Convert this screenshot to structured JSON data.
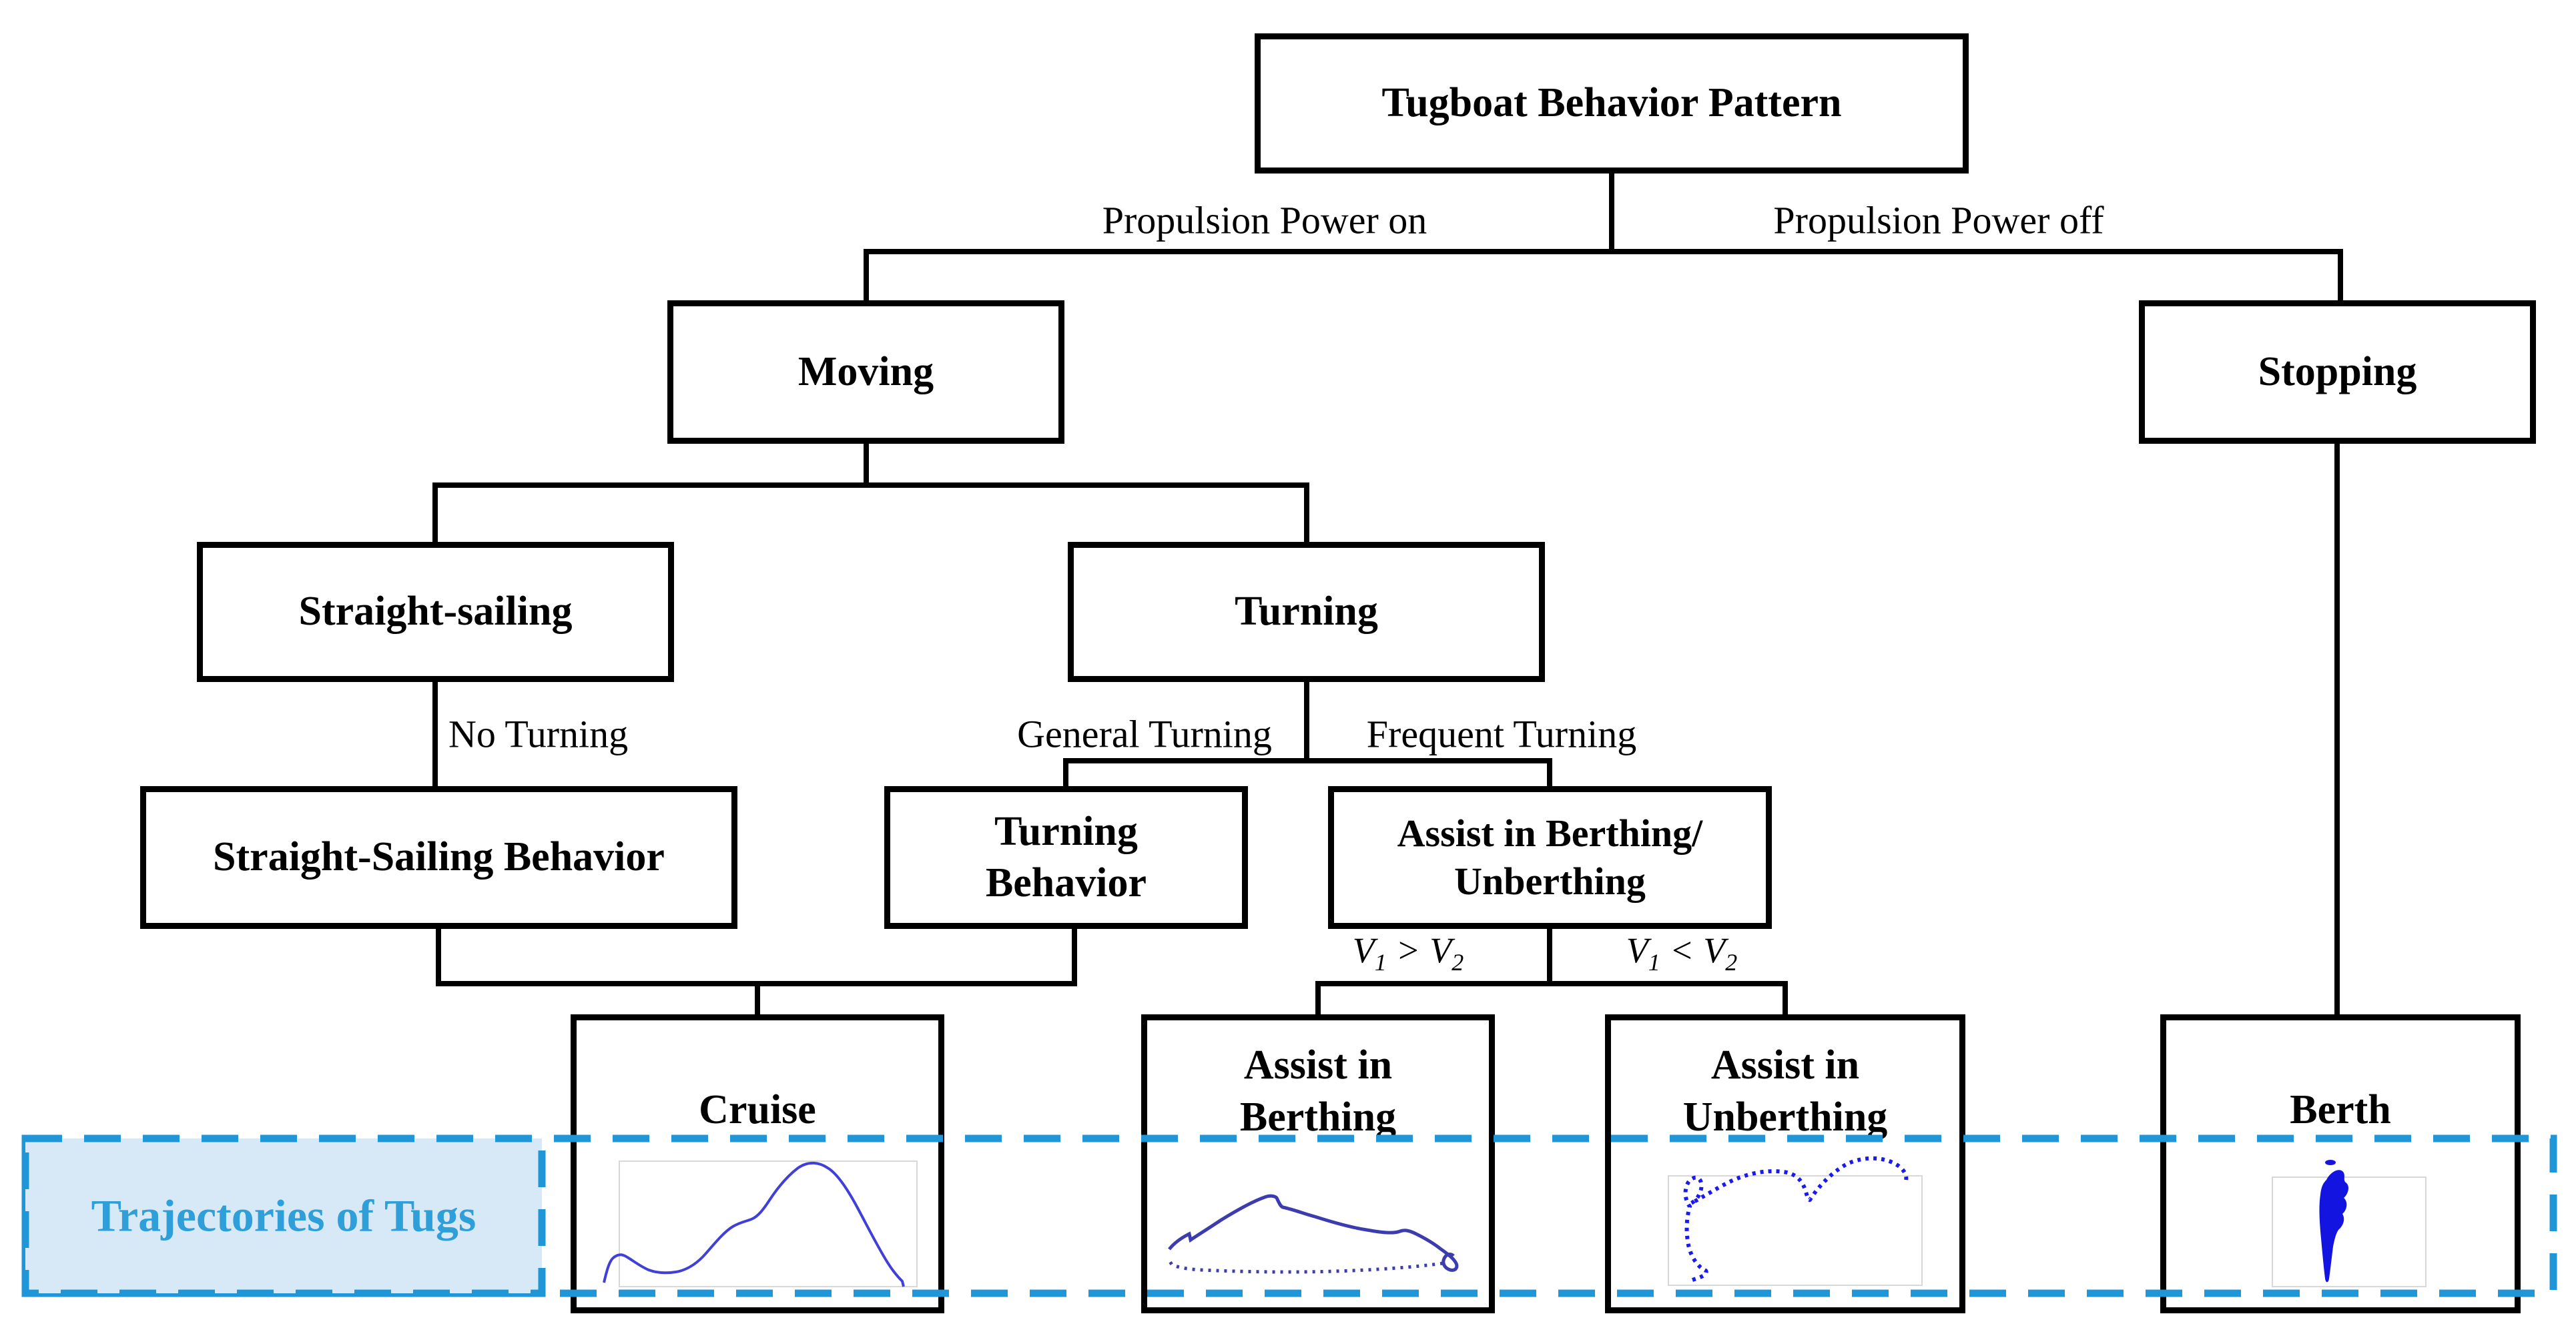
{
  "colors": {
    "accent_blue": "#1f96d8",
    "legend_fill": "#d7e9f7",
    "legend_text": "#2e9fd8",
    "traj_cruise": "#4040d8",
    "traj_berthing": "#3c3cae",
    "traj_unberthing": "#1a1aee",
    "traj_berth": "#1414e0",
    "plot_frame_gray": "#d8d8d8",
    "line_black": "#000000"
  },
  "nodes": {
    "root": {
      "label": "Tugboat Behavior Pattern"
    },
    "moving": {
      "label": "Moving"
    },
    "stopping": {
      "label": "Stopping"
    },
    "straight_sailing": {
      "label": "Straight-sailing"
    },
    "turning": {
      "label": "Turning"
    },
    "straight_sailing_behavior": {
      "label": "Straight-Sailing Behavior"
    },
    "turning_behavior": {
      "line1": "Turning",
      "line2": "Behavior"
    },
    "assist_berthing_unberthing": {
      "line1": "Assist in Berthing/",
      "line2": "Unberthing"
    },
    "cruise": {
      "label": "Cruise"
    },
    "assist_berthing": {
      "line1": "Assist in",
      "line2": "Berthing"
    },
    "assist_unberthing": {
      "line1": "Assist in",
      "line2": "Unberthing"
    },
    "berth": {
      "label": "Berth"
    }
  },
  "edge_labels": {
    "propulsion_on": "Propulsion Power on",
    "propulsion_off": "Propulsion Power off",
    "no_turning": "No Turning",
    "general_turning": "General Turning",
    "frequent_turning": "Frequent Turning"
  },
  "conditions": {
    "left": {
      "v1": "V",
      "sub1": "1",
      "op": ">",
      "v2": "V",
      "sub2": "2"
    },
    "right": {
      "v1": "V",
      "sub1": "1",
      "op": "<",
      "v2": "V",
      "sub2": "2"
    }
  },
  "legend": {
    "label": "Trajectories of Tugs"
  }
}
